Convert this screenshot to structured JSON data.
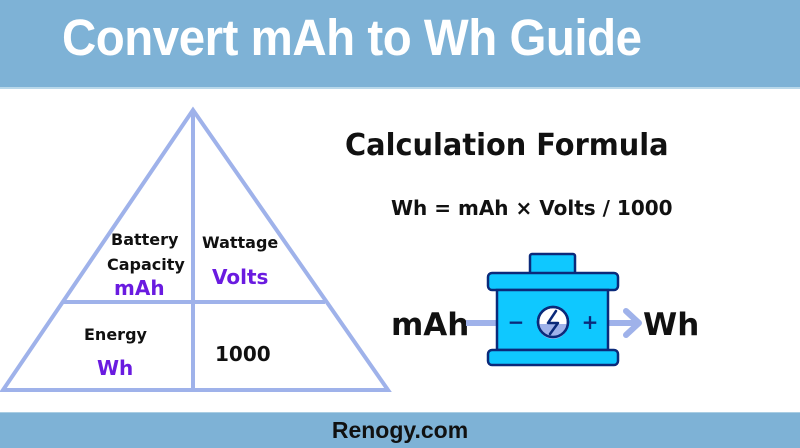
{
  "header": {
    "title": "Convert mAh to Wh Guide"
  },
  "triangle": {
    "top_left": {
      "label_line1": "Battery",
      "label_line2": "Capacity",
      "unit": "mAh"
    },
    "top_right": {
      "label": "Wattage",
      "unit": "Volts"
    },
    "bottom_left": {
      "label": "Energy",
      "unit": "Wh"
    },
    "bottom_right": {
      "value": "1000"
    }
  },
  "formula_section": {
    "title": "Calculation Formula",
    "formula": "Wh = mAh × Volts / 1000"
  },
  "conversion_flow": {
    "input": "mAh",
    "output": "Wh",
    "battery_minus": "−",
    "battery_plus": "+",
    "icons": [
      "battery-icon",
      "lightning-icon",
      "arrow-right-icon"
    ]
  },
  "footer": {
    "text": "Renogy.com"
  },
  "colors": {
    "banner": "#7eb2d6",
    "triangle_line": "#9fb2ea",
    "accent_purple": "#6a1be0",
    "battery_fill": "#0fc8ff",
    "battery_stroke": "#0b2a7a"
  }
}
